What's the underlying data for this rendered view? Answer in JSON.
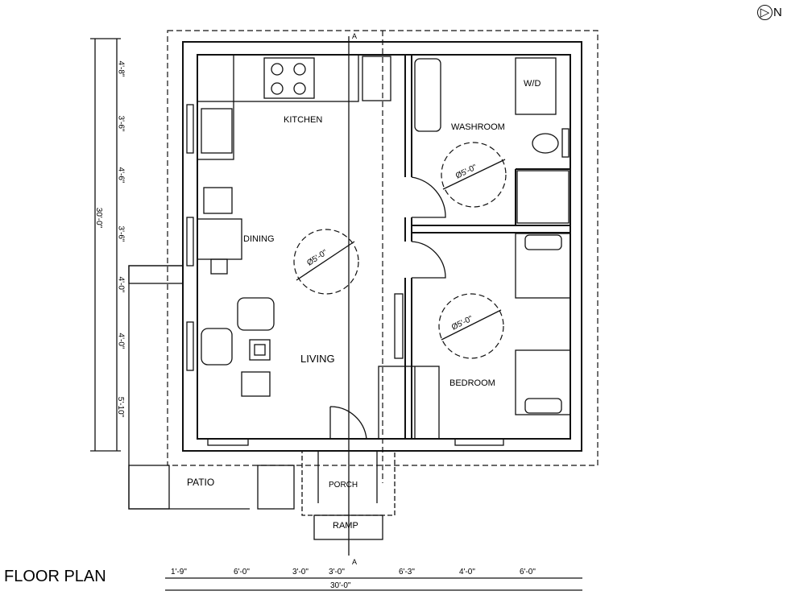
{
  "title": "FLOOR PLAN",
  "compass": "N",
  "section_marker": "A",
  "rooms": {
    "kitchen": "KITCHEN",
    "dining": "DINING",
    "living": "LIVING",
    "washroom": "WASHROOM",
    "bedroom": "BEDROOM",
    "patio": "PATIO",
    "porch": "PORCH",
    "ramp": "RAMP",
    "washer_dryer": "W/D"
  },
  "turning_circle_label": "Ø5'-0\"",
  "vertical_dimensions": [
    "4'-8\"",
    "3'-6\"",
    "4'-6\"",
    "3'-6\"",
    "4'-0\"",
    "4'-0\"",
    "5'-10\""
  ],
  "vertical_total": "30'-0\"",
  "horizontal_dimensions": [
    "1'-9\"",
    "6'-0\"",
    "3'-0\"",
    "3'-0\"",
    "6'-3\"",
    "4'-0\"",
    "6'-0\""
  ],
  "horizontal_total": "30'-0\""
}
